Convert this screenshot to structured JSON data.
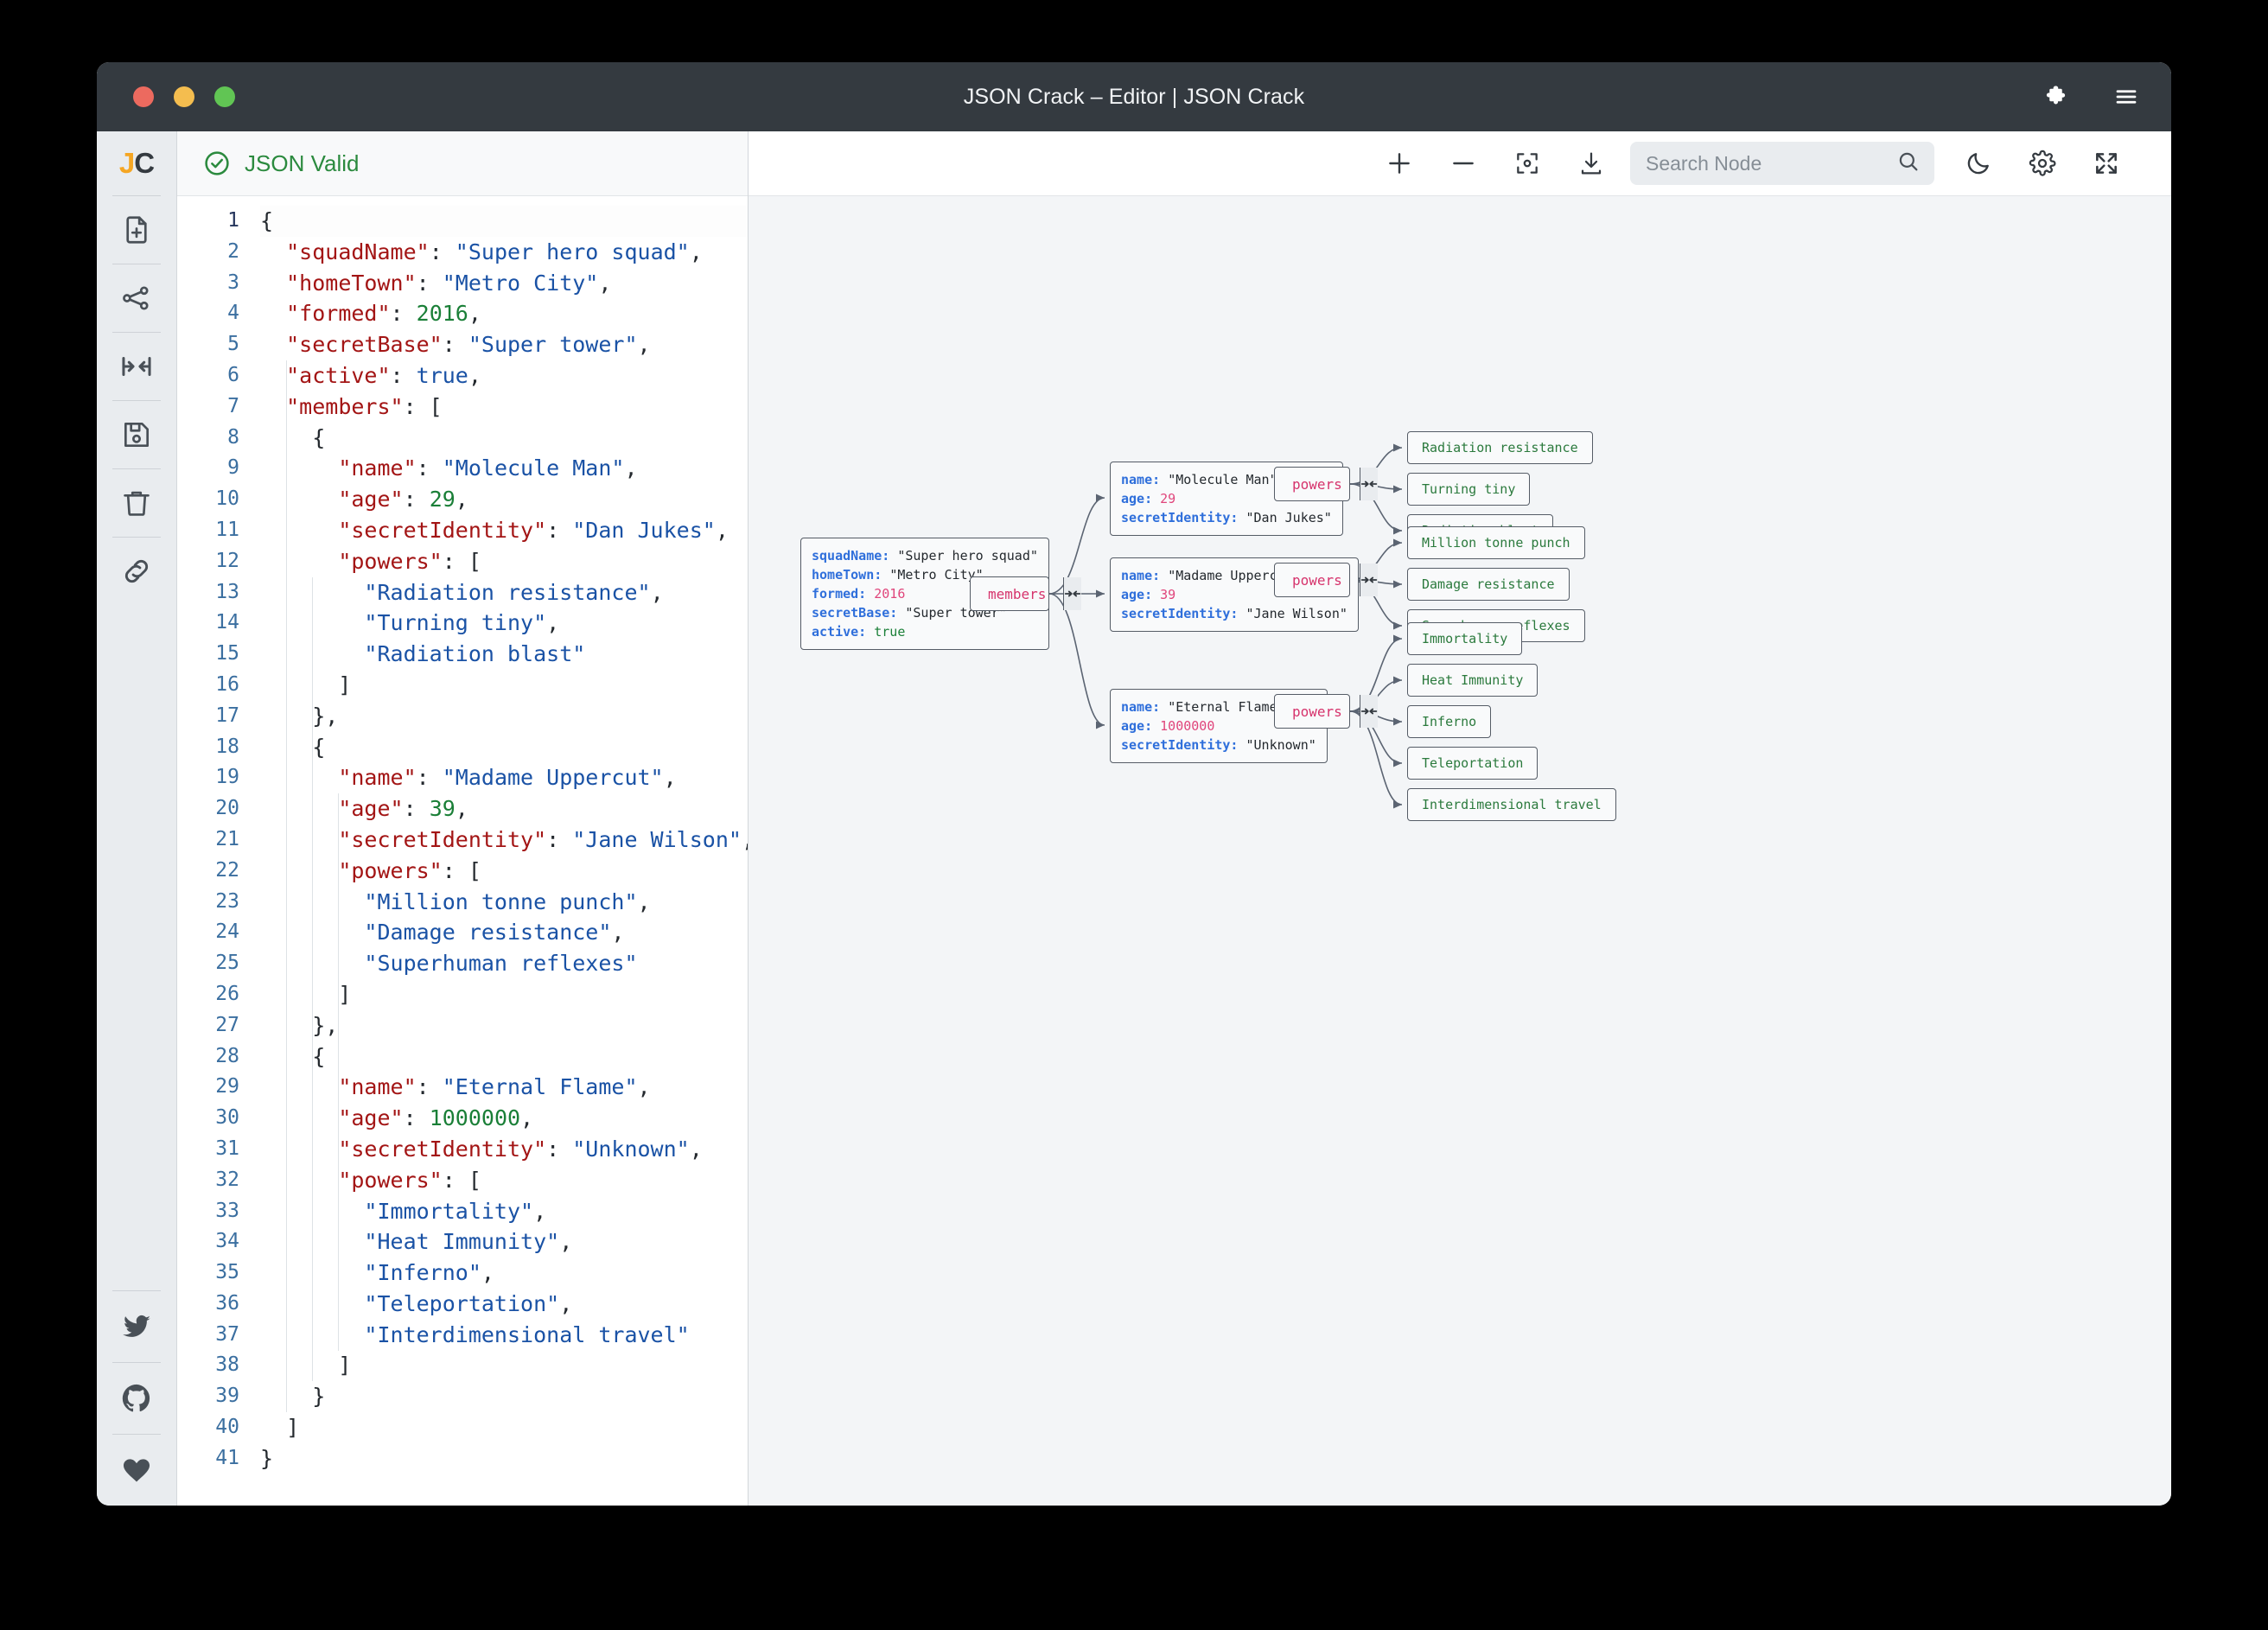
{
  "window": {
    "title": "JSON Crack – Editor | JSON Crack",
    "traffic_colors": {
      "close": "#ec6a5f",
      "minimize": "#f4bd4f",
      "maximize": "#61c554"
    },
    "titlebar_icons": [
      "puzzle-icon",
      "hamburger-menu-icon"
    ]
  },
  "rail": {
    "logo_j": "J",
    "logo_c": "C",
    "items": [
      {
        "name": "file-plus-icon",
        "label": "New file"
      },
      {
        "name": "share-nodes-icon",
        "label": "Share"
      },
      {
        "name": "collapse-arrows-icon",
        "label": "Collapse"
      },
      {
        "name": "save-floppy-icon",
        "label": "Save"
      },
      {
        "name": "trash-icon",
        "label": "Delete"
      },
      {
        "name": "link-icon",
        "label": "Link"
      }
    ],
    "social": [
      {
        "name": "twitter-icon",
        "label": "Twitter"
      },
      {
        "name": "github-icon",
        "label": "GitHub"
      },
      {
        "name": "heart-icon",
        "label": "Sponsor"
      }
    ]
  },
  "editor": {
    "status_text": "JSON Valid",
    "status_color": "#2b8a3e",
    "line_count": 41,
    "lines": [
      [
        {
          "t": "{",
          "c": "p"
        }
      ],
      [
        {
          "t": "  ",
          "c": "p"
        },
        {
          "t": "\"squadName\"",
          "c": "k"
        },
        {
          "t": ": ",
          "c": "p"
        },
        {
          "t": "\"Super hero squad\"",
          "c": "s"
        },
        {
          "t": ",",
          "c": "p"
        }
      ],
      [
        {
          "t": "  ",
          "c": "p"
        },
        {
          "t": "\"homeTown\"",
          "c": "k"
        },
        {
          "t": ": ",
          "c": "p"
        },
        {
          "t": "\"Metro City\"",
          "c": "s"
        },
        {
          "t": ",",
          "c": "p"
        }
      ],
      [
        {
          "t": "  ",
          "c": "p"
        },
        {
          "t": "\"formed\"",
          "c": "k"
        },
        {
          "t": ": ",
          "c": "p"
        },
        {
          "t": "2016",
          "c": "n"
        },
        {
          "t": ",",
          "c": "p"
        }
      ],
      [
        {
          "t": "  ",
          "c": "p"
        },
        {
          "t": "\"secretBase\"",
          "c": "k"
        },
        {
          "t": ": ",
          "c": "p"
        },
        {
          "t": "\"Super tower\"",
          "c": "s"
        },
        {
          "t": ",",
          "c": "p"
        }
      ],
      [
        {
          "t": "  ",
          "c": "p"
        },
        {
          "t": "\"active\"",
          "c": "k"
        },
        {
          "t": ": ",
          "c": "p"
        },
        {
          "t": "true",
          "c": "b"
        },
        {
          "t": ",",
          "c": "p"
        }
      ],
      [
        {
          "t": "  ",
          "c": "p"
        },
        {
          "t": "\"members\"",
          "c": "k"
        },
        {
          "t": ": [",
          "c": "p"
        }
      ],
      [
        {
          "t": "    {",
          "c": "p"
        }
      ],
      [
        {
          "t": "      ",
          "c": "p"
        },
        {
          "t": "\"name\"",
          "c": "k"
        },
        {
          "t": ": ",
          "c": "p"
        },
        {
          "t": "\"Molecule Man\"",
          "c": "s"
        },
        {
          "t": ",",
          "c": "p"
        }
      ],
      [
        {
          "t": "      ",
          "c": "p"
        },
        {
          "t": "\"age\"",
          "c": "k"
        },
        {
          "t": ": ",
          "c": "p"
        },
        {
          "t": "29",
          "c": "n"
        },
        {
          "t": ",",
          "c": "p"
        }
      ],
      [
        {
          "t": "      ",
          "c": "p"
        },
        {
          "t": "\"secretIdentity\"",
          "c": "k"
        },
        {
          "t": ": ",
          "c": "p"
        },
        {
          "t": "\"Dan Jukes\"",
          "c": "s"
        },
        {
          "t": ",",
          "c": "p"
        }
      ],
      [
        {
          "t": "      ",
          "c": "p"
        },
        {
          "t": "\"powers\"",
          "c": "k"
        },
        {
          "t": ": [",
          "c": "p"
        }
      ],
      [
        {
          "t": "        ",
          "c": "p"
        },
        {
          "t": "\"Radiation resistance\"",
          "c": "s"
        },
        {
          "t": ",",
          "c": "p"
        }
      ],
      [
        {
          "t": "        ",
          "c": "p"
        },
        {
          "t": "\"Turning tiny\"",
          "c": "s"
        },
        {
          "t": ",",
          "c": "p"
        }
      ],
      [
        {
          "t": "        ",
          "c": "p"
        },
        {
          "t": "\"Radiation blast\"",
          "c": "s"
        }
      ],
      [
        {
          "t": "      ]",
          "c": "p"
        }
      ],
      [
        {
          "t": "    },",
          "c": "p"
        }
      ],
      [
        {
          "t": "    {",
          "c": "p"
        }
      ],
      [
        {
          "t": "      ",
          "c": "p"
        },
        {
          "t": "\"name\"",
          "c": "k"
        },
        {
          "t": ": ",
          "c": "p"
        },
        {
          "t": "\"Madame Uppercut\"",
          "c": "s"
        },
        {
          "t": ",",
          "c": "p"
        }
      ],
      [
        {
          "t": "      ",
          "c": "p"
        },
        {
          "t": "\"age\"",
          "c": "k"
        },
        {
          "t": ": ",
          "c": "p"
        },
        {
          "t": "39",
          "c": "n"
        },
        {
          "t": ",",
          "c": "p"
        }
      ],
      [
        {
          "t": "      ",
          "c": "p"
        },
        {
          "t": "\"secretIdentity\"",
          "c": "k"
        },
        {
          "t": ": ",
          "c": "p"
        },
        {
          "t": "\"Jane Wilson\"",
          "c": "s"
        },
        {
          "t": ",",
          "c": "p"
        }
      ],
      [
        {
          "t": "      ",
          "c": "p"
        },
        {
          "t": "\"powers\"",
          "c": "k"
        },
        {
          "t": ": [",
          "c": "p"
        }
      ],
      [
        {
          "t": "        ",
          "c": "p"
        },
        {
          "t": "\"Million tonne punch\"",
          "c": "s"
        },
        {
          "t": ",",
          "c": "p"
        }
      ],
      [
        {
          "t": "        ",
          "c": "p"
        },
        {
          "t": "\"Damage resistance\"",
          "c": "s"
        },
        {
          "t": ",",
          "c": "p"
        }
      ],
      [
        {
          "t": "        ",
          "c": "p"
        },
        {
          "t": "\"Superhuman reflexes\"",
          "c": "s"
        }
      ],
      [
        {
          "t": "      ]",
          "c": "p"
        }
      ],
      [
        {
          "t": "    },",
          "c": "p"
        }
      ],
      [
        {
          "t": "    {",
          "c": "p"
        }
      ],
      [
        {
          "t": "      ",
          "c": "p"
        },
        {
          "t": "\"name\"",
          "c": "k"
        },
        {
          "t": ": ",
          "c": "p"
        },
        {
          "t": "\"Eternal Flame\"",
          "c": "s"
        },
        {
          "t": ",",
          "c": "p"
        }
      ],
      [
        {
          "t": "      ",
          "c": "p"
        },
        {
          "t": "\"age\"",
          "c": "k"
        },
        {
          "t": ": ",
          "c": "p"
        },
        {
          "t": "1000000",
          "c": "n"
        },
        {
          "t": ",",
          "c": "p"
        }
      ],
      [
        {
          "t": "      ",
          "c": "p"
        },
        {
          "t": "\"secretIdentity\"",
          "c": "k"
        },
        {
          "t": ": ",
          "c": "p"
        },
        {
          "t": "\"Unknown\"",
          "c": "s"
        },
        {
          "t": ",",
          "c": "p"
        }
      ],
      [
        {
          "t": "      ",
          "c": "p"
        },
        {
          "t": "\"powers\"",
          "c": "k"
        },
        {
          "t": ": [",
          "c": "p"
        }
      ],
      [
        {
          "t": "        ",
          "c": "p"
        },
        {
          "t": "\"Immortality\"",
          "c": "s"
        },
        {
          "t": ",",
          "c": "p"
        }
      ],
      [
        {
          "t": "        ",
          "c": "p"
        },
        {
          "t": "\"Heat Immunity\"",
          "c": "s"
        },
        {
          "t": ",",
          "c": "p"
        }
      ],
      [
        {
          "t": "        ",
          "c": "p"
        },
        {
          "t": "\"Inferno\"",
          "c": "s"
        },
        {
          "t": ",",
          "c": "p"
        }
      ],
      [
        {
          "t": "        ",
          "c": "p"
        },
        {
          "t": "\"Teleportation\"",
          "c": "s"
        },
        {
          "t": ",",
          "c": "p"
        }
      ],
      [
        {
          "t": "        ",
          "c": "p"
        },
        {
          "t": "\"Interdimensional travel\"",
          "c": "s"
        }
      ],
      [
        {
          "t": "      ]",
          "c": "p"
        }
      ],
      [
        {
          "t": "    }",
          "c": "p"
        }
      ],
      [
        {
          "t": "  ]",
          "c": "p"
        }
      ],
      [
        {
          "t": "}",
          "c": "p"
        }
      ]
    ]
  },
  "graph_toolbar": {
    "zoom_in": "zoom-in-icon",
    "zoom_out": "zoom-out-icon",
    "center": "center-focus-icon",
    "download": "download-icon",
    "search_placeholder": "Search Node",
    "search_value": "",
    "theme_toggle": "moon-icon",
    "settings": "gear-icon",
    "fullscreen": "fullscreen-icon"
  },
  "graph": {
    "root": {
      "rows": [
        {
          "key": "squadName",
          "val": "\"Super hero squad\"",
          "type": "string"
        },
        {
          "key": "homeTown",
          "val": "\"Metro City\"",
          "type": "string"
        },
        {
          "key": "formed",
          "val": "2016",
          "type": "number"
        },
        {
          "key": "secretBase",
          "val": "\"Super tower\"",
          "type": "string"
        },
        {
          "key": "active",
          "val": "true",
          "type": "boolean"
        }
      ]
    },
    "members_label": "members",
    "powers_label": "powers",
    "members": [
      {
        "rows": [
          {
            "key": "name",
            "val": "\"Molecule Man\"",
            "type": "string"
          },
          {
            "key": "age",
            "val": "29",
            "type": "number"
          },
          {
            "key": "secretIdentity",
            "val": "\"Dan Jukes\"",
            "type": "string"
          }
        ],
        "powers": [
          "Radiation resistance",
          "Turning tiny",
          "Radiation blast"
        ]
      },
      {
        "rows": [
          {
            "key": "name",
            "val": "\"Madame Uppercut\"",
            "type": "string"
          },
          {
            "key": "age",
            "val": "39",
            "type": "number"
          },
          {
            "key": "secretIdentity",
            "val": "\"Jane Wilson\"",
            "type": "string"
          }
        ],
        "powers": [
          "Million tonne punch",
          "Damage resistance",
          "Superhuman reflexes"
        ]
      },
      {
        "rows": [
          {
            "key": "name",
            "val": "\"Eternal Flame\"",
            "type": "string"
          },
          {
            "key": "age",
            "val": "1000000",
            "type": "number"
          },
          {
            "key": "secretIdentity",
            "val": "\"Unknown\"",
            "type": "string"
          }
        ],
        "powers": [
          "Immortality",
          "Heat Immunity",
          "Inferno",
          "Teleportation",
          "Interdimensional travel"
        ]
      }
    ]
  }
}
